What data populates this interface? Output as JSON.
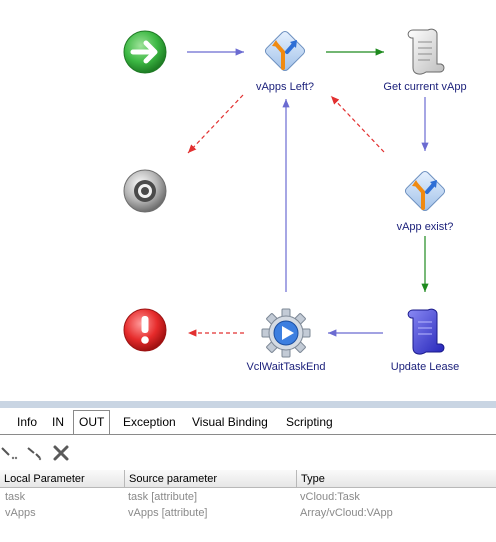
{
  "workflow": {
    "nodes": {
      "start": {
        "label": ""
      },
      "vapps_left": {
        "label": "vApps Left?"
      },
      "get_current_vapp": {
        "label": "Get current vApp"
      },
      "end": {
        "label": ""
      },
      "vapp_exist": {
        "label": "vApp exist?"
      },
      "error": {
        "label": ""
      },
      "wait_task_end": {
        "label": "VclWaitTaskEnd"
      },
      "update_lease": {
        "label": "Update Lease"
      }
    },
    "colors": {
      "normal_arrow": "#6b6bd1",
      "true_arrow": "#1e8a1e",
      "false_arrow": "#e23030",
      "label": "#1a1f7a"
    }
  },
  "tabs": {
    "info": "Info",
    "in": "IN",
    "out": "OUT",
    "exception": "Exception",
    "visual_binding": "Visual Binding",
    "scripting": "Scripting",
    "active": "OUT"
  },
  "toolbar": {
    "icons": [
      "bind-icon",
      "unbind-icon",
      "delete-icon"
    ]
  },
  "table": {
    "headers": [
      "Local Parameter",
      "Source parameter",
      "Type"
    ],
    "rows": [
      {
        "local": "task",
        "source": "task [attribute]",
        "type": "vCloud:Task"
      },
      {
        "local": "vApps",
        "source": "vApps [attribute]",
        "type": "Array/vCloud:VApp"
      }
    ]
  }
}
